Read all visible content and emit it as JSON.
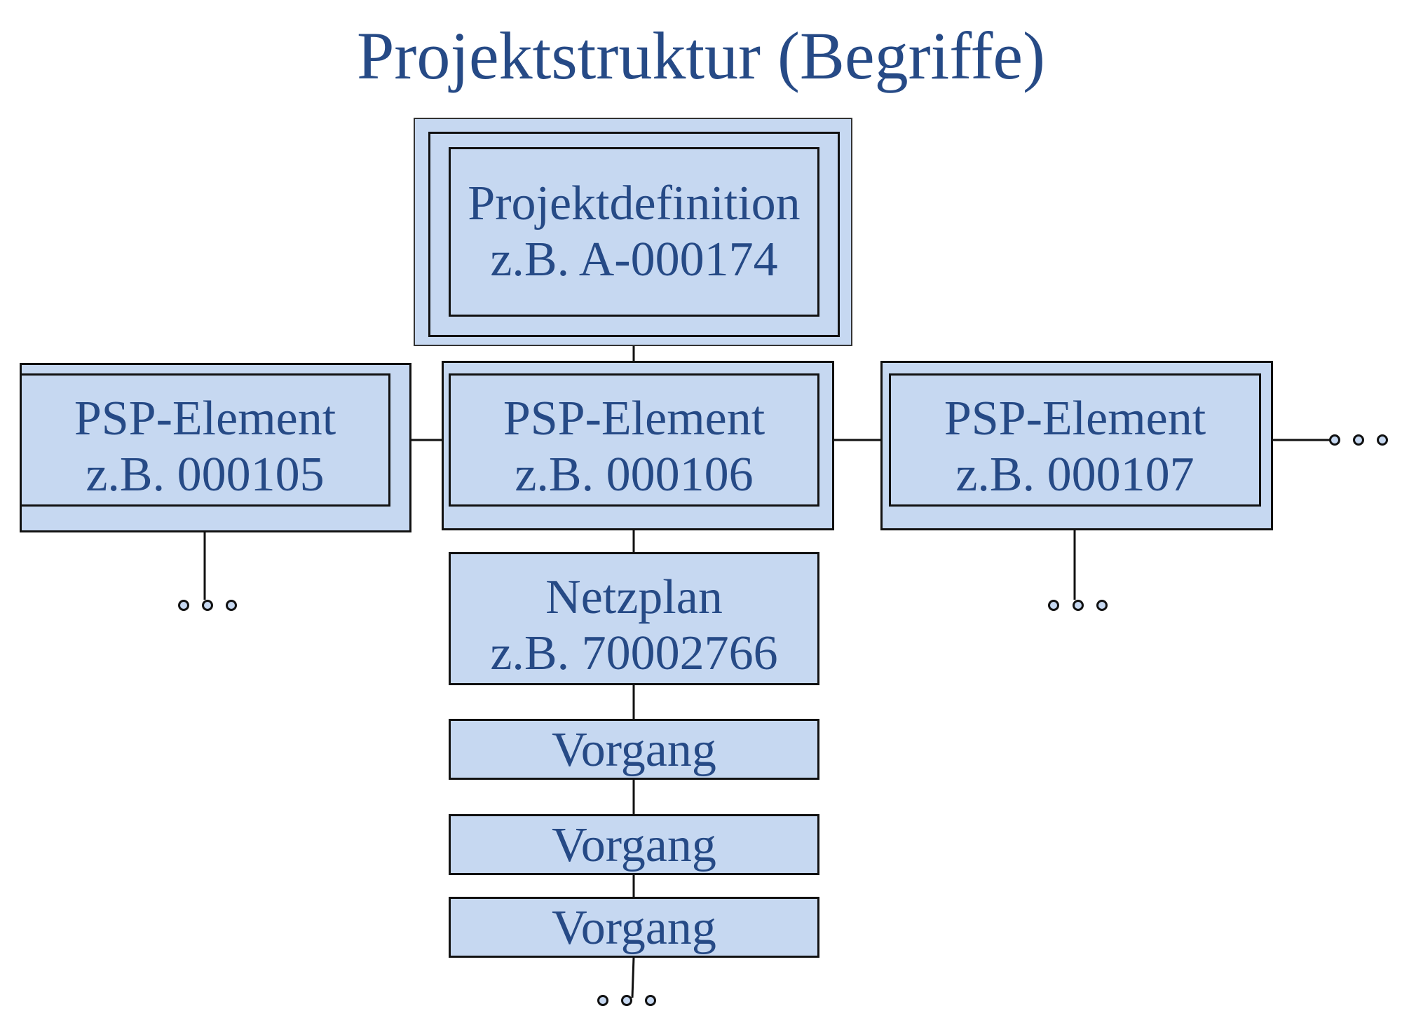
{
  "title": "Projektstruktur (Begriffe)",
  "nodes": {
    "projektdefinition": {
      "line1": "Projektdefinition",
      "line2": "z.B. A-000174"
    },
    "psp_left": {
      "line1": "PSP-Element",
      "line2": "z.B. 000105"
    },
    "psp_center": {
      "line1": "PSP-Element",
      "line2": "z.B. 000106"
    },
    "psp_right": {
      "line1": "PSP-Element",
      "line2": "z.B. 000107"
    },
    "netzplan": {
      "line1": "Netzplan",
      "line2": "z.B. 70002766"
    },
    "vorgang_1": {
      "line1": "Vorgang"
    },
    "vorgang_2": {
      "line1": "Vorgang"
    },
    "vorgang_3": {
      "line1": "Vorgang"
    }
  },
  "colors": {
    "box_fill": "#c6d8f1",
    "text": "#264a86",
    "border": "#111111"
  }
}
